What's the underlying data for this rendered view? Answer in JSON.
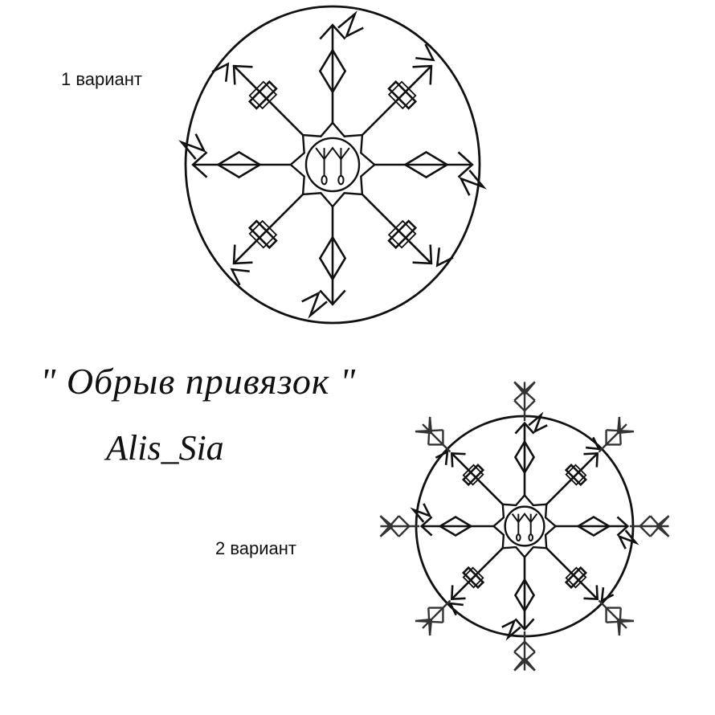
{
  "labels": {
    "variant_1": "1 вариант",
    "variant_2": "2 вариант"
  },
  "caption": {
    "title": "\" Обрыв привязок \"",
    "author": "Alis_Sia"
  },
  "colors": {
    "ink": "#111111",
    "background": "#ffffff"
  },
  "icons": {
    "sigil_1": "runic-binding-sigil",
    "sigil_2": "runic-binding-sigil-extended"
  }
}
